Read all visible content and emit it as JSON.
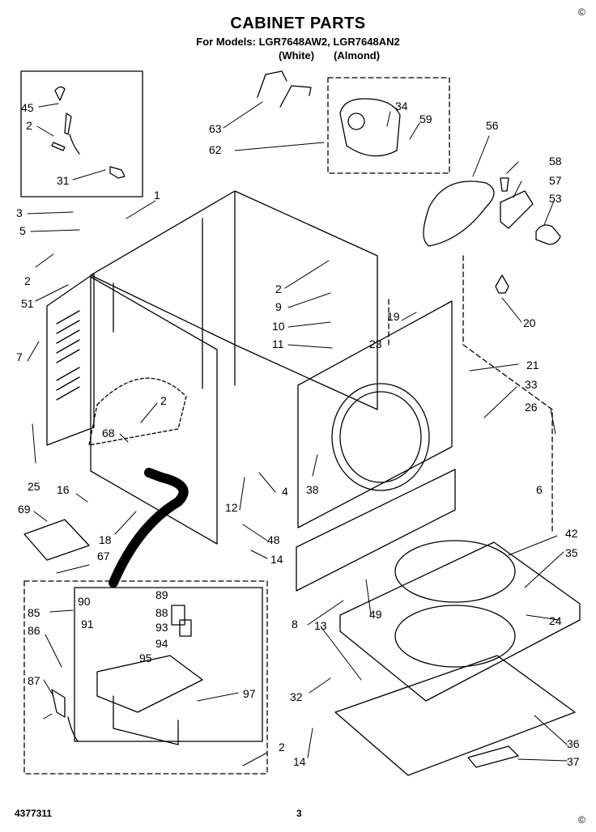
{
  "header": {
    "title": "CABINET PARTS",
    "models_line": "For Models: LGR7648AW2, LGR7648AN2",
    "variant_white": "(White)",
    "variant_almond": "(Almond)"
  },
  "footer": {
    "part_number": "4377311",
    "page_number": "3"
  },
  "corner_marks": {
    "top_right": "©",
    "bottom_right": "©"
  },
  "callouts": [
    "45",
    "2",
    "31",
    "1",
    "3",
    "5",
    "2",
    "51",
    "7",
    "25",
    "16",
    "69",
    "18",
    "67",
    "68",
    "2",
    "63",
    "62",
    "34",
    "59",
    "56",
    "58",
    "57",
    "53",
    "2",
    "9",
    "10",
    "11",
    "19",
    "20",
    "23",
    "21",
    "33",
    "26",
    "6",
    "12",
    "4",
    "48",
    "14",
    "38",
    "42",
    "35",
    "8",
    "13",
    "49",
    "24",
    "32",
    "14",
    "36",
    "37",
    "2",
    "85",
    "90",
    "89",
    "88",
    "91",
    "93",
    "94",
    "95",
    "86",
    "87",
    "97"
  ]
}
